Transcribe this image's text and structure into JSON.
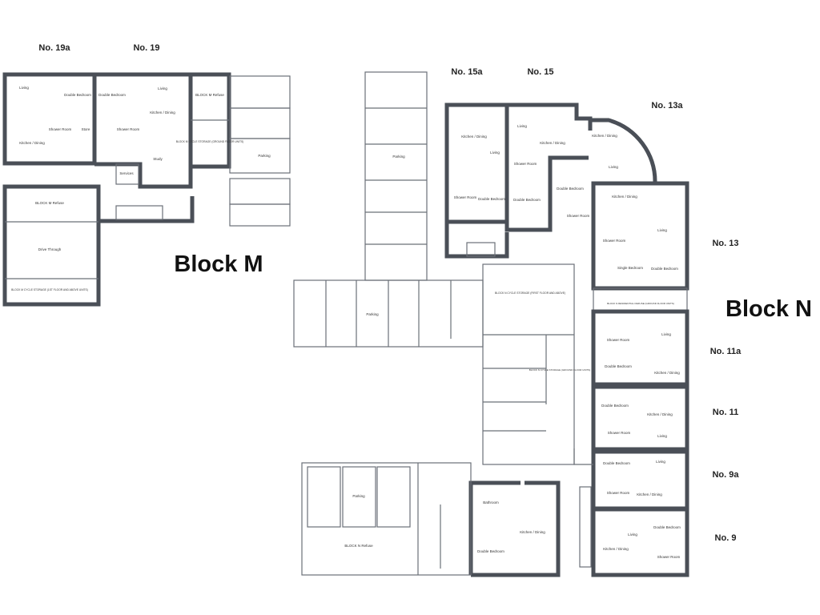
{
  "blocks": {
    "m": "Block M",
    "n": "Block N"
  },
  "units": {
    "u19a": "No. 19a",
    "u19": "No. 19",
    "u15a": "No. 15a",
    "u15": "No. 15",
    "u13a": "No. 13a",
    "u13": "No. 13",
    "u11a": "No. 11a",
    "u11": "No. 11",
    "u9a": "No. 9a",
    "u9": "No. 9"
  },
  "rooms": {
    "living": "Living",
    "kitchen_dining": "Kitchen / Dining",
    "double_bedroom": "Double Bedroom",
    "single_bedroom": "Single Bedroom",
    "shower_room": "Shower Room",
    "bathroom": "Bathroom",
    "store": "Store",
    "study": "Study",
    "services": "Services",
    "parking": "Parking",
    "drive_through": "Drive Through",
    "block_m_refuse": "BLOCK M Refuse",
    "block_m_cycle_ground": "BLOCK M CYCLE STORAGE (GROUND FLOOR UNITS)",
    "block_m_cycle_first": "BLOCK M CYCLE STORAGE (1ST FLOOR AND ABOVE UNITS)",
    "block_n_cycle_first": "BLOCK N CYCLE STORAGE (FIRST FLOOR AND ABOVE)",
    "block_n_residential_refuse": "BLOCK N RESIDENTIAL REFUSE (GROUND FLOOR UNITS)",
    "block_n_cycle_ground": "BLOCK N CYCLE STORAGE (GROUND FLOOR UNITS)",
    "block_n_refuse": "BLOCK N Refuse"
  },
  "colors": {
    "wall": "#4a4f57",
    "line": "#6b7078",
    "background": "#ffffff"
  }
}
